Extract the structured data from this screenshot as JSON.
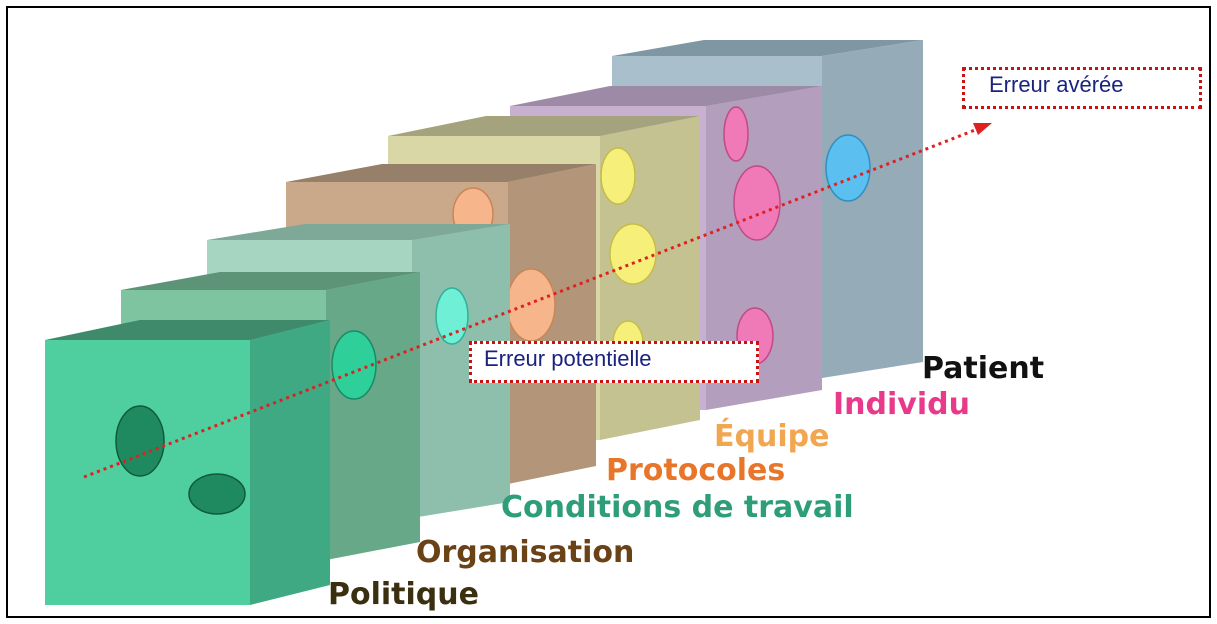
{
  "diagram": {
    "layers": [
      {
        "label": "Politique",
        "color": "#3a2f0f",
        "front": "#4fcf9f",
        "top": "#3f8a6a",
        "side": "#3fa983"
      },
      {
        "label": "Organisation",
        "color": "#6b4116",
        "front": "#7fc4a0",
        "top": "#5d9478",
        "side": "#66a888"
      },
      {
        "label": "Conditions de travail",
        "color": "#2e9e78",
        "front": "#a6d6c2",
        "top": "#7ea898",
        "side": "#8dbfac"
      },
      {
        "label": "Protocoles",
        "color": "#e8762a",
        "front": "#c9a98a",
        "top": "#97806a",
        "side": "#b3967a"
      },
      {
        "label": "Équipe",
        "color": "#f2a650",
        "front": "#d9d7a6",
        "top": "#a5a37d",
        "side": "#c4c291"
      },
      {
        "label": "Individu",
        "color": "#e8398a",
        "front": "#c7b0d0",
        "top": "#9c8aa6",
        "side": "#b39ebd"
      },
      {
        "label": "Patient",
        "color": "#111111",
        "front": "#a9c0cc",
        "top": "#7f96a3",
        "side": "#95abb8"
      }
    ],
    "callouts": {
      "potential_error": "Erreur potentielle",
      "actual_error": "Erreur avérée"
    },
    "arrow_color": "#e02020",
    "callout_border_color": "#cc1111",
    "callout_text_color": "#1a237e"
  }
}
